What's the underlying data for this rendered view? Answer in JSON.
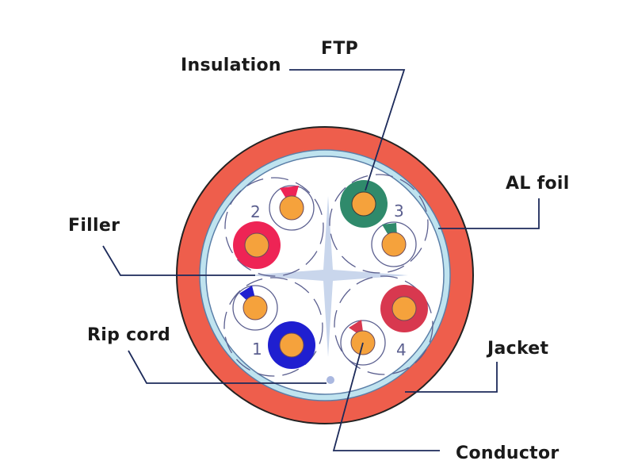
{
  "title": "FTP cable cross-section",
  "labels": {
    "insulation": "Insulation",
    "ftp": "FTP",
    "al_foil": "AL foil",
    "filler": "Filler",
    "rip_cord": "Rip cord",
    "jacket": "Jacket",
    "conductor": "Conductor"
  },
  "pair_numbers": [
    "1",
    "2",
    "3",
    "4"
  ],
  "colors": {
    "jacket": "#ee5e4c",
    "foil": "#bfe3ef",
    "conductor": "#f5a23c",
    "pair1": "#1f1fd0",
    "pair2": "#ee2455",
    "pair3": "#2f8a6b",
    "pair4": "#d8384f",
    "leader": "#1c2a5a"
  }
}
